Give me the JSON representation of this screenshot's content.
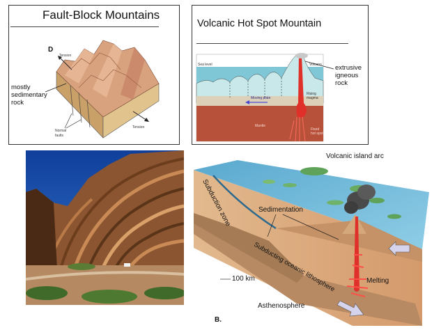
{
  "panels": {
    "fault_block": {
      "title": "Fault-Block Mountains",
      "figure_letter": "D",
      "labels": {
        "tension_top": "Tension",
        "tension_bottom": "Tension",
        "rock": "mostly\nsedimentary\nrock",
        "faults": "Normal\nfaults"
      }
    },
    "hotspot": {
      "title": "Volcanic Hot Spot Mountain",
      "labels": {
        "sea_level": "Sea level",
        "volcano": "Volcano",
        "moving_plate": "Moving plate",
        "mantle": "Mantle",
        "rising_magma": "Rising magma",
        "fixed_hot_spot": "Fixed hot spot",
        "extrusive": "extrusive\nigneous\nrock"
      }
    },
    "subduction": {
      "labels": {
        "arc": "Volcanic island arc",
        "zone": "Subduction zone",
        "sedimentation": "Sedimentation",
        "depth": "100 km",
        "lithosphere": "Subducting oceanic lithosphere",
        "melting": "Melting",
        "asthenosphere": "Asthenosphere",
        "figure_letter": "B."
      }
    }
  },
  "colors": {
    "fault_rock": "#d9a27f",
    "hot_mantle": "#b8513a",
    "ocean": "#7fc6d6",
    "magma": "#e0302a",
    "sky": "#1a55b0",
    "crust": "#d7b48e"
  }
}
